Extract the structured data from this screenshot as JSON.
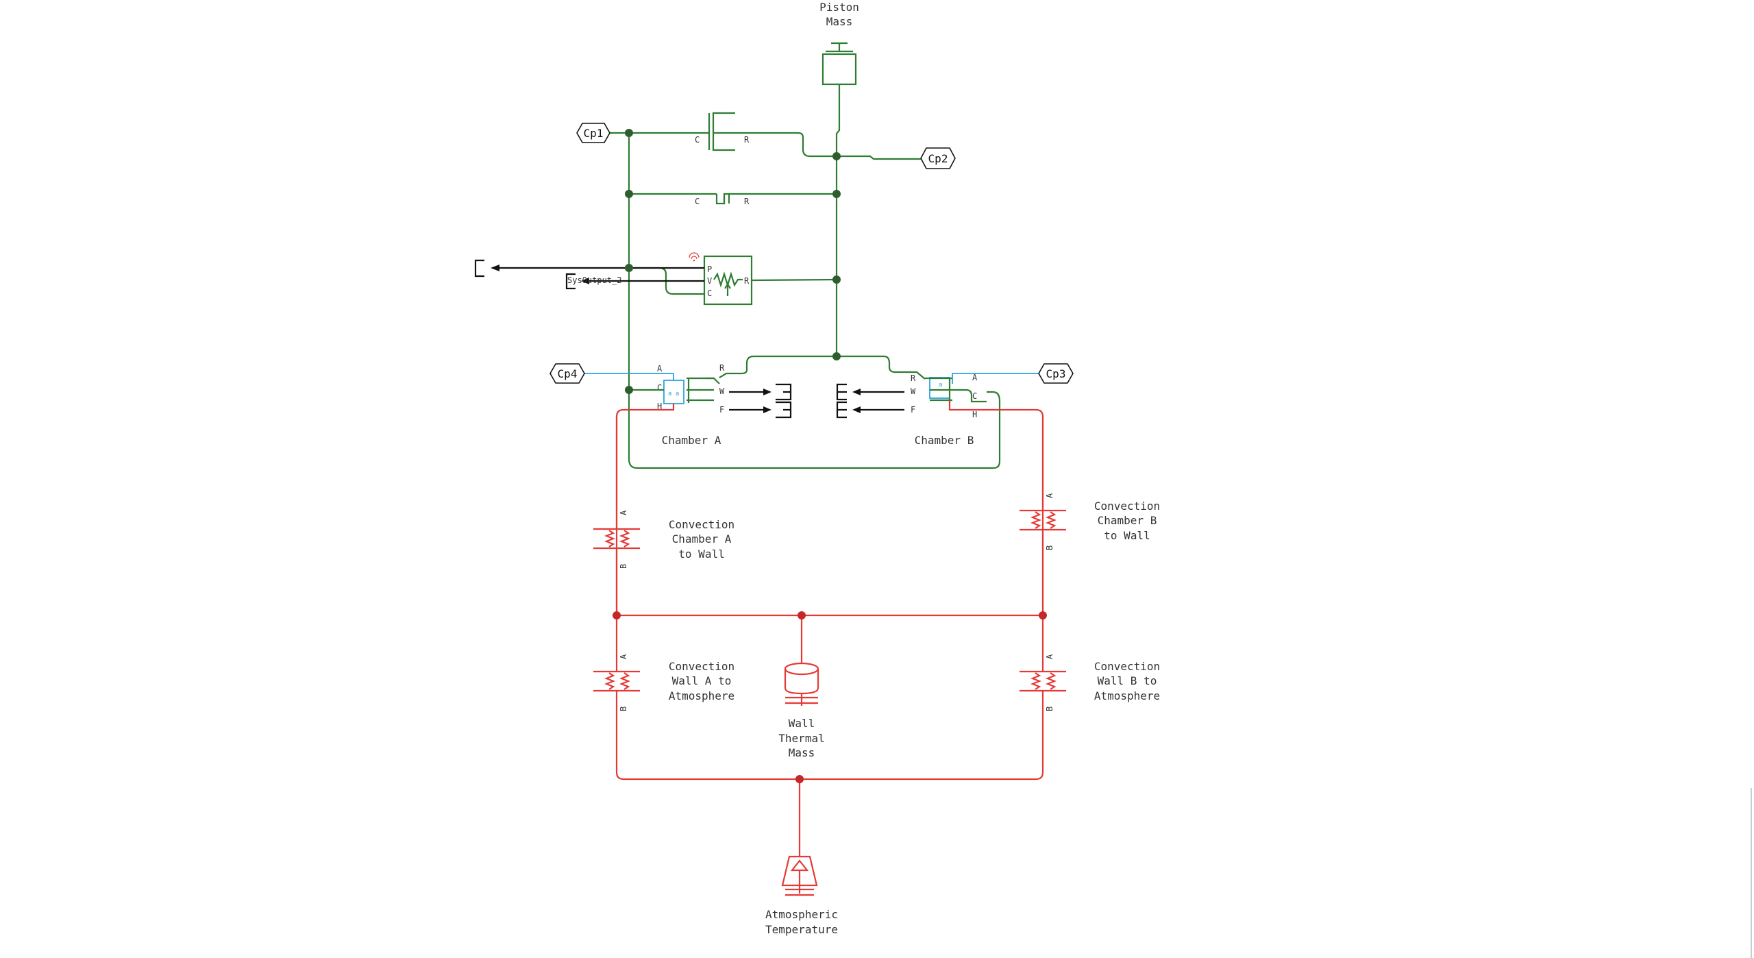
{
  "labels": {
    "piston_mass": [
      "Piston",
      "Mass"
    ],
    "chamber_a": "Chamber A",
    "chamber_b": "Chamber B",
    "conv_chamber_a": [
      "Convection",
      "Chamber A",
      "to Wall"
    ],
    "conv_chamber_b": [
      "Convection",
      "Chamber B",
      "to Wall"
    ],
    "conv_wall_a": [
      "Convection",
      "Wall A to",
      "Atmosphere"
    ],
    "conv_wall_b": [
      "Convection",
      "Wall B to",
      "Atmosphere"
    ],
    "wall_thermal_mass": [
      "Wall",
      "Thermal",
      "Mass"
    ],
    "atm_temp": [
      "Atmospheric",
      "Temperature"
    ],
    "sys_output": "SysOutput_2"
  },
  "connectors": {
    "cp1": "Cp1",
    "cp2": "Cp2",
    "cp3": "Cp3",
    "cp4": "Cp4"
  },
  "ports": {
    "C": "C",
    "R": "R",
    "P": "P",
    "V": "V",
    "A": "A",
    "B": "B",
    "H": "H",
    "W": "W",
    "F": "F"
  },
  "colors": {
    "mechanical": "#2e7d32",
    "thermal": "#e53935",
    "fluid": "#29a3e0",
    "signal": "#111111"
  },
  "icons": {
    "wireless": "wireless-icon",
    "spring": "spring-icon"
  }
}
